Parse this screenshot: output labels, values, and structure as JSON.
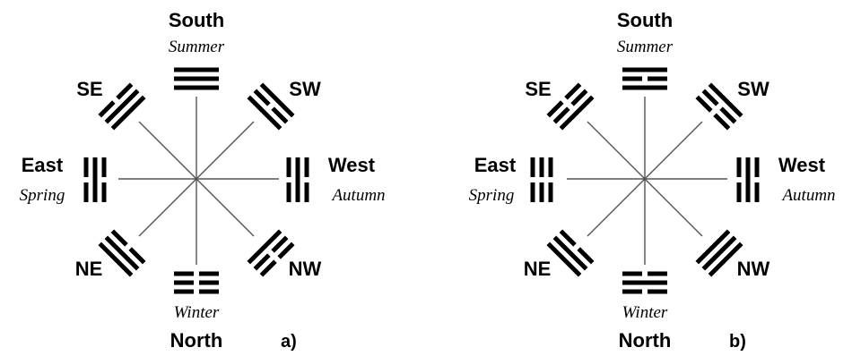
{
  "colors": {
    "ink": "#000000",
    "axis": "#555555",
    "background": "#ffffff"
  },
  "panels": [
    {
      "label": "a)",
      "labels": {
        "south": "South",
        "summer": "Summer",
        "north": "North",
        "winter": "Winter",
        "east": "East",
        "spring": "Spring",
        "west": "West",
        "autumn": "Autumn",
        "se": "SE",
        "sw": "SW",
        "ne": "NE",
        "nw": "NW"
      },
      "trigrams": {
        "S": [
          "solid",
          "solid",
          "solid"
        ],
        "SW": [
          "solid",
          "broken",
          "solid"
        ],
        "W": [
          "broken",
          "solid",
          "broken"
        ],
        "NW": [
          "solid",
          "broken",
          "broken"
        ],
        "N": [
          "broken",
          "broken",
          "broken"
        ],
        "NE": [
          "broken",
          "solid",
          "solid"
        ],
        "E": [
          "broken",
          "solid",
          "broken"
        ],
        "SE": [
          "solid",
          "solid",
          "broken"
        ]
      }
    },
    {
      "label": "b)",
      "labels": {
        "south": "South",
        "summer": "Summer",
        "north": "North",
        "winter": "Winter",
        "east": "East",
        "spring": "Spring",
        "west": "West",
        "autumn": "Autumn",
        "se": "SE",
        "sw": "SW",
        "ne": "NE",
        "nw": "NW"
      },
      "trigrams": {
        "S": [
          "solid",
          "broken",
          "solid"
        ],
        "SW": [
          "broken",
          "broken",
          "solid"
        ],
        "W": [
          "broken",
          "solid",
          "broken"
        ],
        "NW": [
          "solid",
          "solid",
          "solid"
        ],
        "N": [
          "broken",
          "solid",
          "broken"
        ],
        "NE": [
          "broken",
          "solid",
          "solid"
        ],
        "E": [
          "broken",
          "broken",
          "broken"
        ],
        "SE": [
          "solid",
          "broken",
          "broken"
        ]
      }
    }
  ]
}
